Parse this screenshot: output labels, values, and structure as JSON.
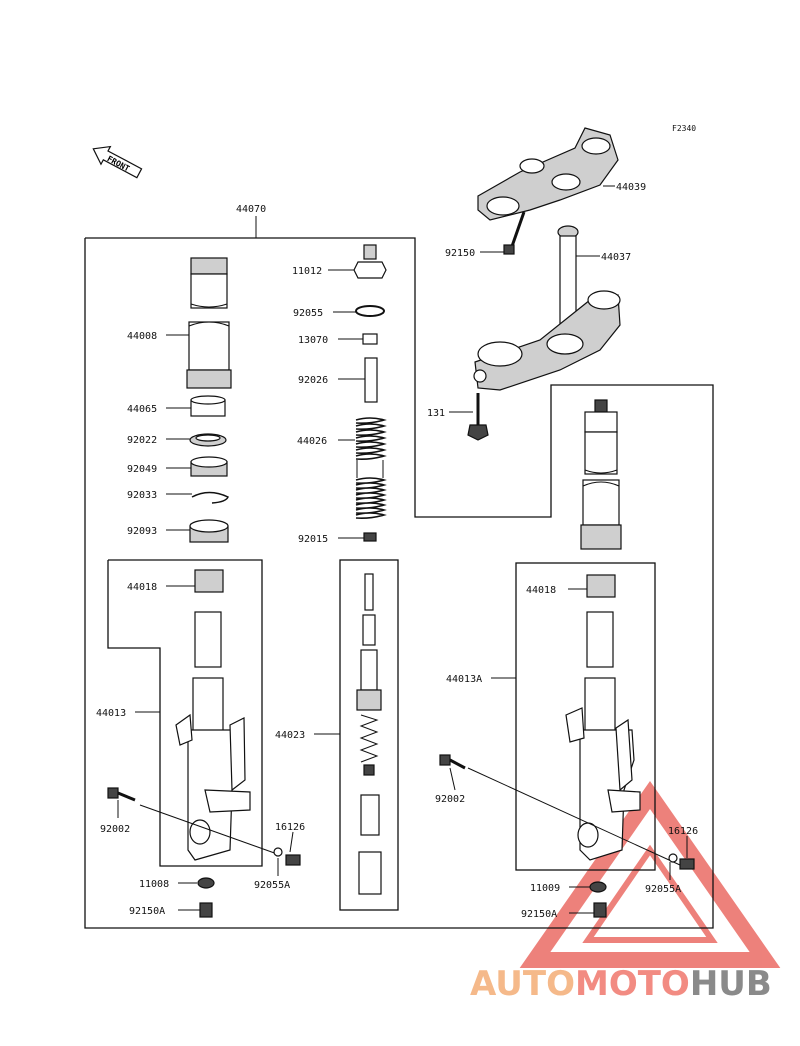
{
  "figure_code": "F2340",
  "front_label": "FRONT",
  "watermark": {
    "part1": "AUTO",
    "part2": "MOTO",
    "part3": "HUB",
    "color1": "#f5b98a",
    "color2": "#f28b82",
    "color3": "#8a8a8a"
  },
  "callouts": {
    "c44070": "44070",
    "c44039": "44039",
    "c92150_top": "92150",
    "c44037": "44037",
    "c131": "131",
    "c11012": "11012",
    "c92055": "92055",
    "c13070": "13070",
    "c92026": "92026",
    "c44026": "44026",
    "c92015": "92015",
    "c44008": "44008",
    "c44065": "44065",
    "c92022": "92022",
    "c92049": "92049",
    "c92033": "92033",
    "c92093": "92093",
    "c44018_l": "44018",
    "c44013": "44013",
    "c44023": "44023",
    "c92002_l": "92002",
    "c16126_l": "16126",
    "c92055A_l": "92055A",
    "c11008": "11008",
    "c92150A_l": "92150A",
    "c44018_r": "44018",
    "c44013A": "44013A",
    "c92002_r": "92002",
    "c16126_r": "16126",
    "c11009": "11009",
    "c92055A_r": "92055A",
    "c92150A_r": "92150A"
  }
}
